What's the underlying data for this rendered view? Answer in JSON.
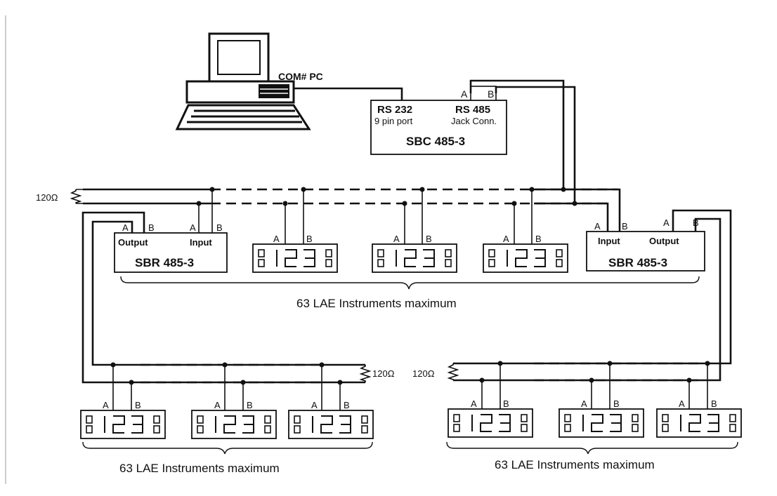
{
  "pc": {
    "label": "COM# PC"
  },
  "sbc": {
    "port_rs232": "RS 232",
    "port_rs232_sub": "9 pin port",
    "port_rs485": "RS 485",
    "port_rs485_sub": "Jack Conn.",
    "name": "SBC 485-3",
    "pin_a": "A",
    "pin_b": "B"
  },
  "resistors": {
    "top_left": "120Ω",
    "bottom_left_end": "120Ω",
    "bottom_right_start": "120Ω"
  },
  "sbr_left": {
    "output": "Output",
    "input": "Input",
    "name": "SBR 485-3",
    "pin_a1": "A",
    "pin_b1": "B",
    "pin_a2": "A",
    "pin_b2": "B"
  },
  "sbr_right": {
    "input": "Input",
    "output": "Output",
    "name": "SBR 485-3",
    "pin_a1": "A",
    "pin_b1": "B",
    "pin_a2": "A",
    "pin_b2": "B"
  },
  "instrument": {
    "digits": "123",
    "pin_a": "A",
    "pin_b": "B"
  },
  "groups": {
    "top": "63 LAE Instruments maximum",
    "bottom_left": "63 LAE Instruments maximum",
    "bottom_right": "63 LAE Instruments maximum"
  }
}
